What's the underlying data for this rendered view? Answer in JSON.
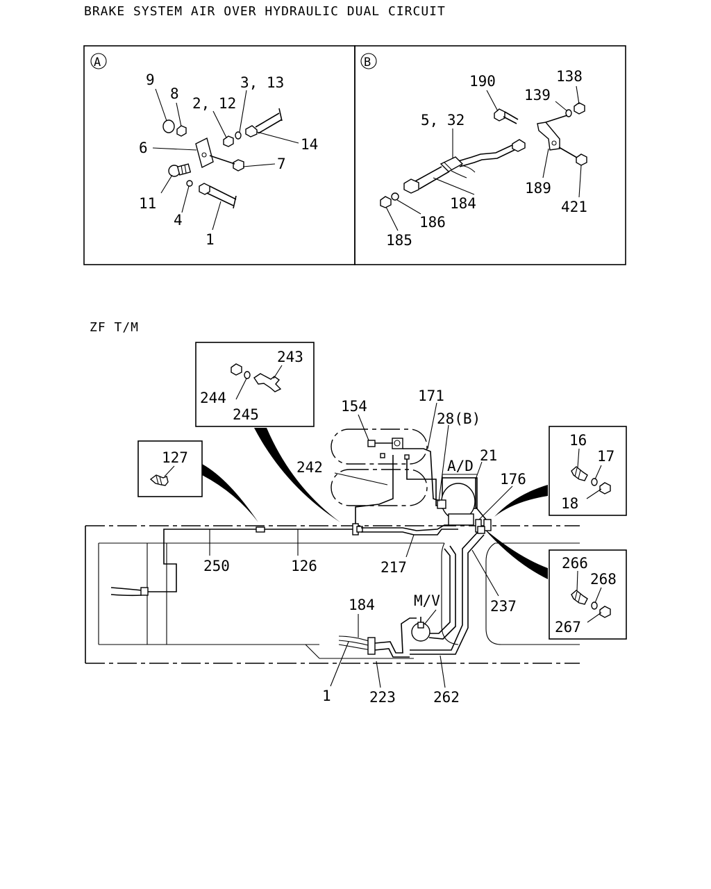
{
  "title": "BRAKE SYSTEM AIR OVER HYDRAULIC DUAL CIRCUIT",
  "section_label": "ZF T/M",
  "panel_a": {
    "marker": "A",
    "labels": [
      "9",
      "8",
      "2, 12",
      "3, 13",
      "14",
      "6",
      "7",
      "11",
      "4",
      "1"
    ]
  },
  "panel_b": {
    "marker": "B",
    "labels": [
      "190",
      "138",
      "139",
      "5, 32",
      "189",
      "184",
      "421",
      "186",
      "185"
    ]
  },
  "inset_243": {
    "labels": [
      "243",
      "244",
      "245"
    ]
  },
  "inset_127": {
    "labels": [
      "127"
    ]
  },
  "inset_16": {
    "labels": [
      "16",
      "17",
      "18"
    ]
  },
  "inset_266": {
    "labels": [
      "266",
      "268",
      "267"
    ]
  },
  "main_labels": [
    "154",
    "171",
    "28(B)",
    "21",
    "A/D",
    "176",
    "242",
    "250",
    "126",
    "217",
    "237",
    "184",
    "M/V",
    "1",
    "223",
    "262"
  ]
}
